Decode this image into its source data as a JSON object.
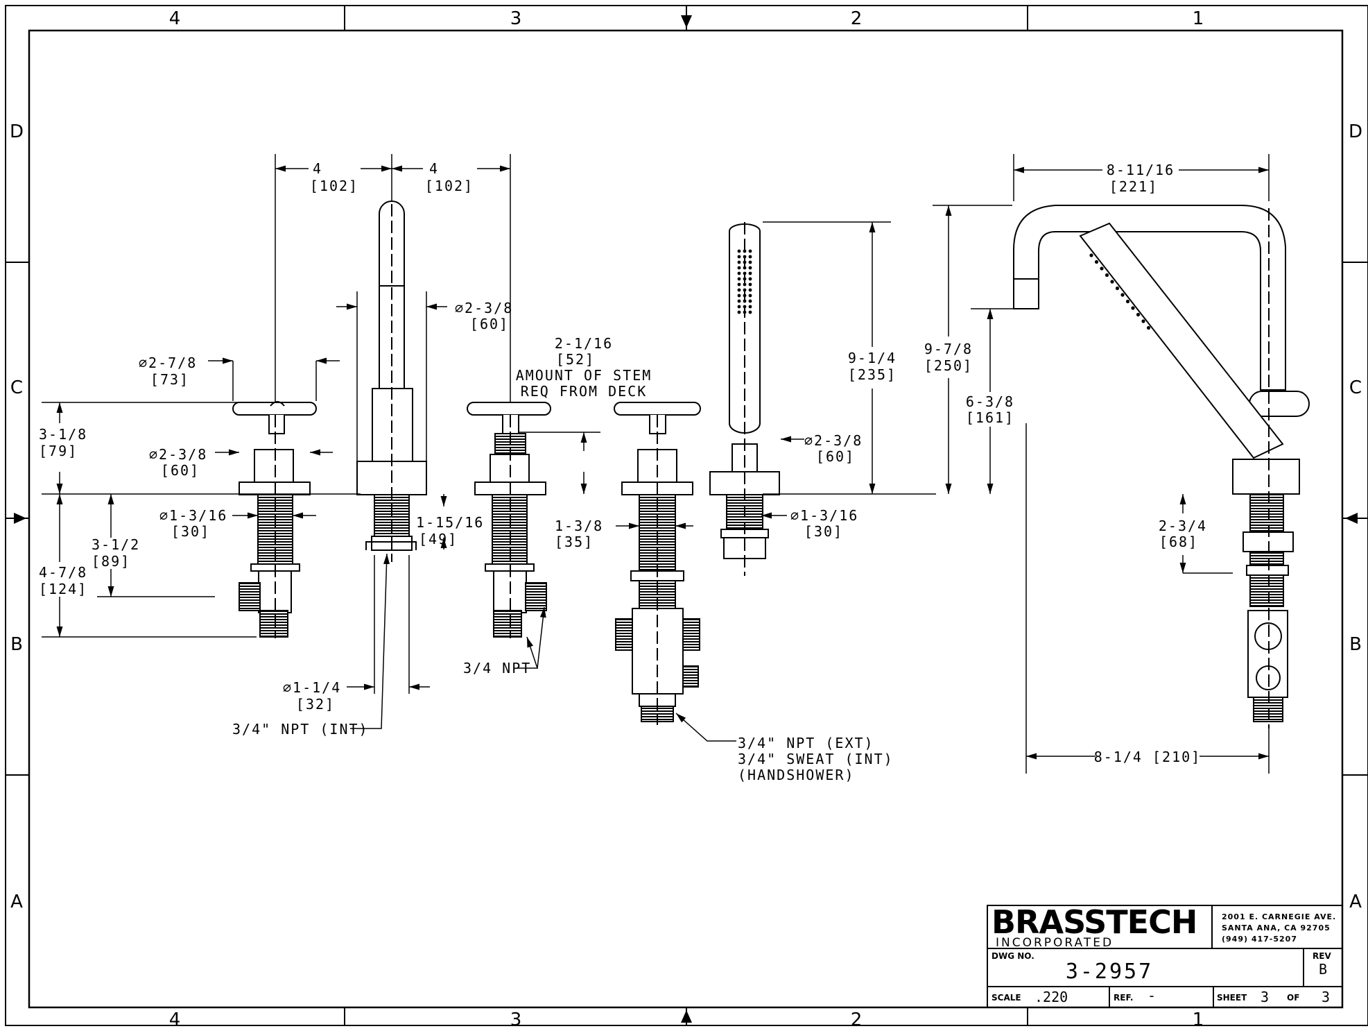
{
  "border": {
    "top_zones": [
      "4",
      "3",
      "2",
      "1"
    ],
    "bottom_zones": [
      "4",
      "3",
      "2",
      "1"
    ],
    "left_zones": [
      "D",
      "C",
      "B",
      "A"
    ],
    "right_zones": [
      "D",
      "C",
      "B",
      "A"
    ]
  },
  "dimensions": {
    "spacing_left_in": "4",
    "spacing_left_mm": "[102]",
    "spacing_right_in": "4",
    "spacing_right_mm": "[102]",
    "handle_dia_in": "2-7/8",
    "handle_dia_mm": "[73]",
    "handle_height_in": "3-1/8",
    "handle_height_mm": "[79]",
    "escutcheon_dia_in": "2-3/8",
    "escutcheon_dia_mm": "[60]",
    "shank_dia_in": "1-3/16",
    "shank_dia_mm": "[30]",
    "valve_depth_in": "3-1/2",
    "valve_depth_mm": "[89]",
    "overall_depth_in": "4-7/8",
    "overall_depth_mm": "[124]",
    "spout_dia_in": "2-3/8",
    "spout_dia_mm": "[60]",
    "spout_shank_in": "1-15/16",
    "spout_shank_mm": "[49]",
    "spout_shank_dia_in": "1-1/4",
    "spout_shank_dia_mm": "[32]",
    "spout_conn": "3/4\" NPT (INT)",
    "stem_in": "2-1/16",
    "stem_mm": "[52]",
    "stem_note_1": "AMOUNT OF STEM",
    "stem_note_2": "REQ FROM DECK",
    "npt_label": "3/4 NPT",
    "diverter_shank_in": "1-3/8",
    "diverter_shank_mm": "[35]",
    "hs_conn_1": "3/4\" NPT (EXT)",
    "hs_conn_2": "3/4\" SWEAT (INT)",
    "hs_conn_3": "(HANDSHOWER)",
    "hs_height_in": "9-1/4",
    "hs_height_mm": "[235]",
    "hs_esc_dia_in": "2-3/8",
    "hs_esc_dia_mm": "[60]",
    "hs_shank_dia_in": "1-3/16",
    "hs_shank_dia_mm": "[30]",
    "side_reach_in": "8-11/16",
    "side_reach_mm": "[221]",
    "side_height_in": "9-7/8",
    "side_height_mm": "[250]",
    "side_outlet_in": "6-3/8",
    "side_outlet_mm": "[161]",
    "side_shank_in": "2-3/4",
    "side_shank_mm": "[68]",
    "side_width": "8-1/4 [210]"
  },
  "title_block": {
    "brand": "BRASSTECH",
    "brand_sub": "INCORPORATED",
    "address_1": "2001 E. CARNEGIE AVE.",
    "address_2": "SANTA ANA, CA 92705",
    "address_3": "(949) 417-5207",
    "dwg_no_label": "DWG NO.",
    "dwg_no": "3-2957",
    "rev_label": "REV",
    "rev": "B",
    "scale_label": "SCALE",
    "scale": ".220",
    "ref_label": "REF.",
    "ref": "-",
    "sheet_label": "SHEET",
    "sheet": "3",
    "of_label": "OF",
    "sheet_total": "3"
  }
}
